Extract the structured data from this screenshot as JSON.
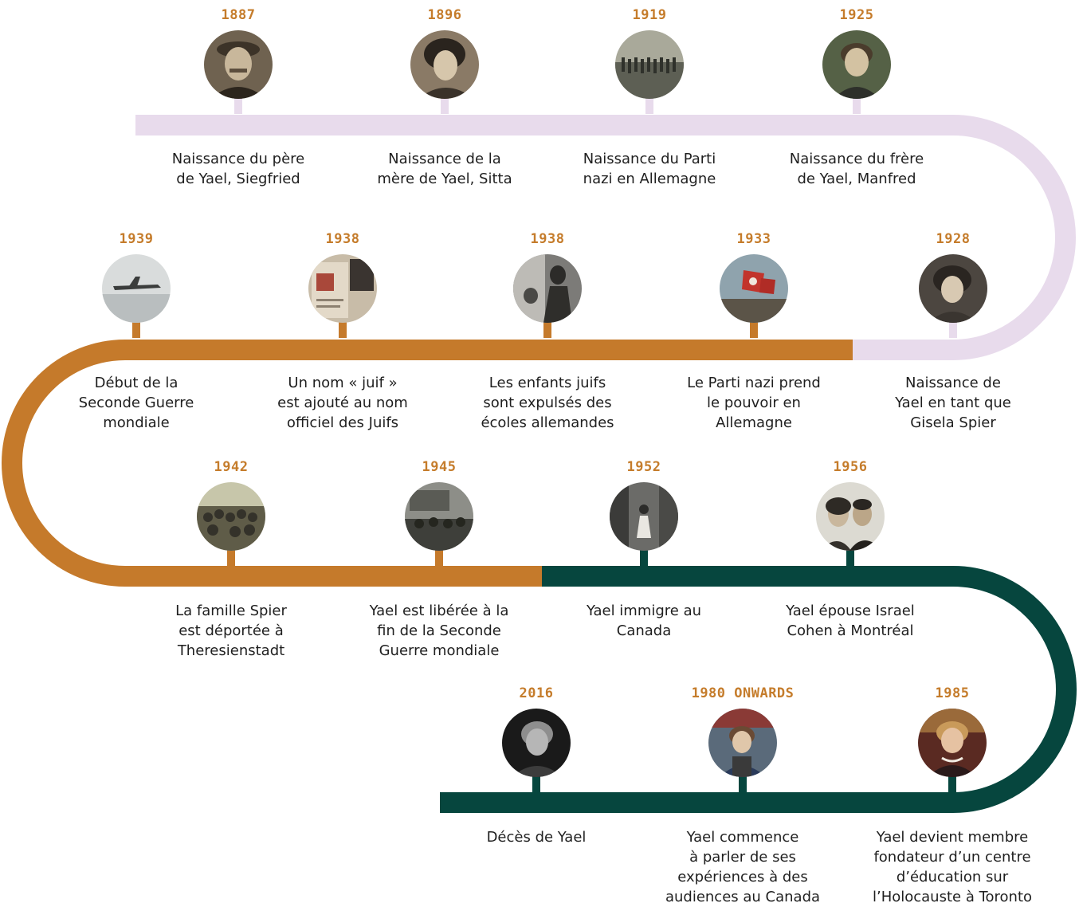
{
  "colors": {
    "lavender": "#e8dbec",
    "orange": "#c57a2b",
    "green": "#06463e",
    "year_text": "#c57c2b"
  },
  "events": [
    {
      "id": "e1887",
      "year": "1887",
      "lines": [
        "Naissance du père",
        "de Yael, Siegfried"
      ],
      "photo": "portrait-man-cap",
      "color": "lavender"
    },
    {
      "id": "e1896",
      "year": "1896",
      "lines": [
        "Naissance de la",
        "mère de Yael, Sitta"
      ],
      "photo": "portrait-woman",
      "color": "lavender"
    },
    {
      "id": "e1919",
      "year": "1919",
      "lines": [
        "Naissance du Parti",
        "nazi en Allemagne"
      ],
      "photo": "marching-crowd",
      "color": "lavender"
    },
    {
      "id": "e1925",
      "year": "1925",
      "lines": [
        "Naissance du frère",
        "de Yael, Manfred"
      ],
      "photo": "portrait-boy",
      "color": "lavender"
    },
    {
      "id": "e1939",
      "year": "1939",
      "lines": [
        "Début de la",
        "Seconde Guerre",
        "mondiale"
      ],
      "photo": "warplane",
      "color": "orange"
    },
    {
      "id": "e1938a",
      "year": "1938",
      "lines": [
        "Un nom « juif »",
        "est ajouté au nom",
        "officiel des Juifs"
      ],
      "photo": "document",
      "color": "orange"
    },
    {
      "id": "e1938b",
      "year": "1938",
      "lines": [
        "Les enfants juifs",
        "sont expulsés des",
        "écoles allemandes"
      ],
      "photo": "children",
      "color": "orange"
    },
    {
      "id": "e1933",
      "year": "1933",
      "lines": [
        "Le Parti nazi prend",
        "le pouvoir en",
        "Allemagne"
      ],
      "photo": "rally-flags",
      "color": "orange"
    },
    {
      "id": "e1928",
      "year": "1928",
      "lines": [
        "Naissance de",
        "Yael en tant que",
        "Gisela Spier"
      ],
      "photo": "portrait-girl",
      "color": "lavender"
    },
    {
      "id": "e1942",
      "year": "1942",
      "lines": [
        "La famille Spier",
        "est déportée à",
        "Theresienstadt"
      ],
      "photo": "camp-crowd",
      "color": "orange"
    },
    {
      "id": "e1945",
      "year": "1945",
      "lines": [
        "Yael est libérée à la",
        "fin de la Seconde",
        "Guerre mondiale"
      ],
      "photo": "liberation",
      "color": "orange"
    },
    {
      "id": "e1952",
      "year": "1952",
      "lines": [
        "Yael immigre au",
        "Canada"
      ],
      "photo": "street-figure",
      "color": "green"
    },
    {
      "id": "e1956",
      "year": "1956",
      "lines": [
        "Yael épouse Israel",
        "Cohen à Montréal"
      ],
      "photo": "couple",
      "color": "green"
    },
    {
      "id": "e2016",
      "year": "2016",
      "lines": [
        "Décès de Yael"
      ],
      "photo": "portrait-elderly-woman",
      "color": "green"
    },
    {
      "id": "e1980",
      "year": "1980 ONWARDS",
      "lines": [
        "Yael commence",
        "à parler de ses",
        "expériences à des",
        "audiences au Canada"
      ],
      "photo": "speaker",
      "color": "green"
    },
    {
      "id": "e1985",
      "year": "1985",
      "lines": [
        "Yael devient membre",
        "fondateur d’un centre",
        "d’éducation sur",
        "l’Holocauste à Toronto"
      ],
      "photo": "woman-pearls",
      "color": "green"
    }
  ]
}
